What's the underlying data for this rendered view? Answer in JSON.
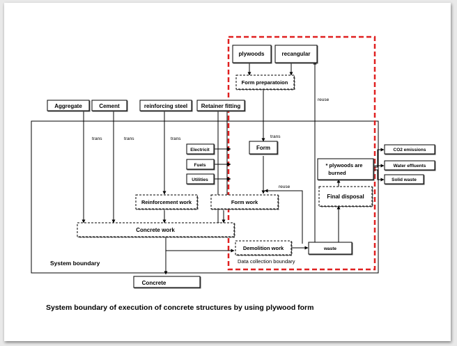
{
  "diagram": {
    "caption": "System  boundary of execution of  concrete structures by using plywood form",
    "system_boundary_label": "System  boundary",
    "data_collection_label": "Data collection boundary",
    "boxes": {
      "plywoods": "plywoods",
      "recangular": "recangular",
      "form_prep": "Form preparatoion",
      "aggregate": "Aggregate",
      "cement": "Cement",
      "reinforcing_steel": "reinforcing steel",
      "retainer_fitting": "Retainer fitting",
      "electricit": "Electricit",
      "fuels": "Fuels",
      "utilities": "Utilities",
      "form": "Form",
      "plywoods_burned_line1": "* plywoods are",
      "plywoods_burned_line2": "burned",
      "final_disposal": "Final disposal",
      "reinforcement_work": "Reinforcement work",
      "form_work": "Form work",
      "concrete_work": "Concrete work",
      "demolition_work": "Demolition work",
      "waste": "waste",
      "concrete": "Concrete",
      "co2": "CO2 emissions",
      "water": "Water effluents",
      "solid": "Solid waste"
    },
    "edge_labels": {
      "trans": "trans",
      "reuse": "reuse"
    },
    "colors": {
      "data_boundary": "#e02020",
      "line": "#000000"
    }
  }
}
